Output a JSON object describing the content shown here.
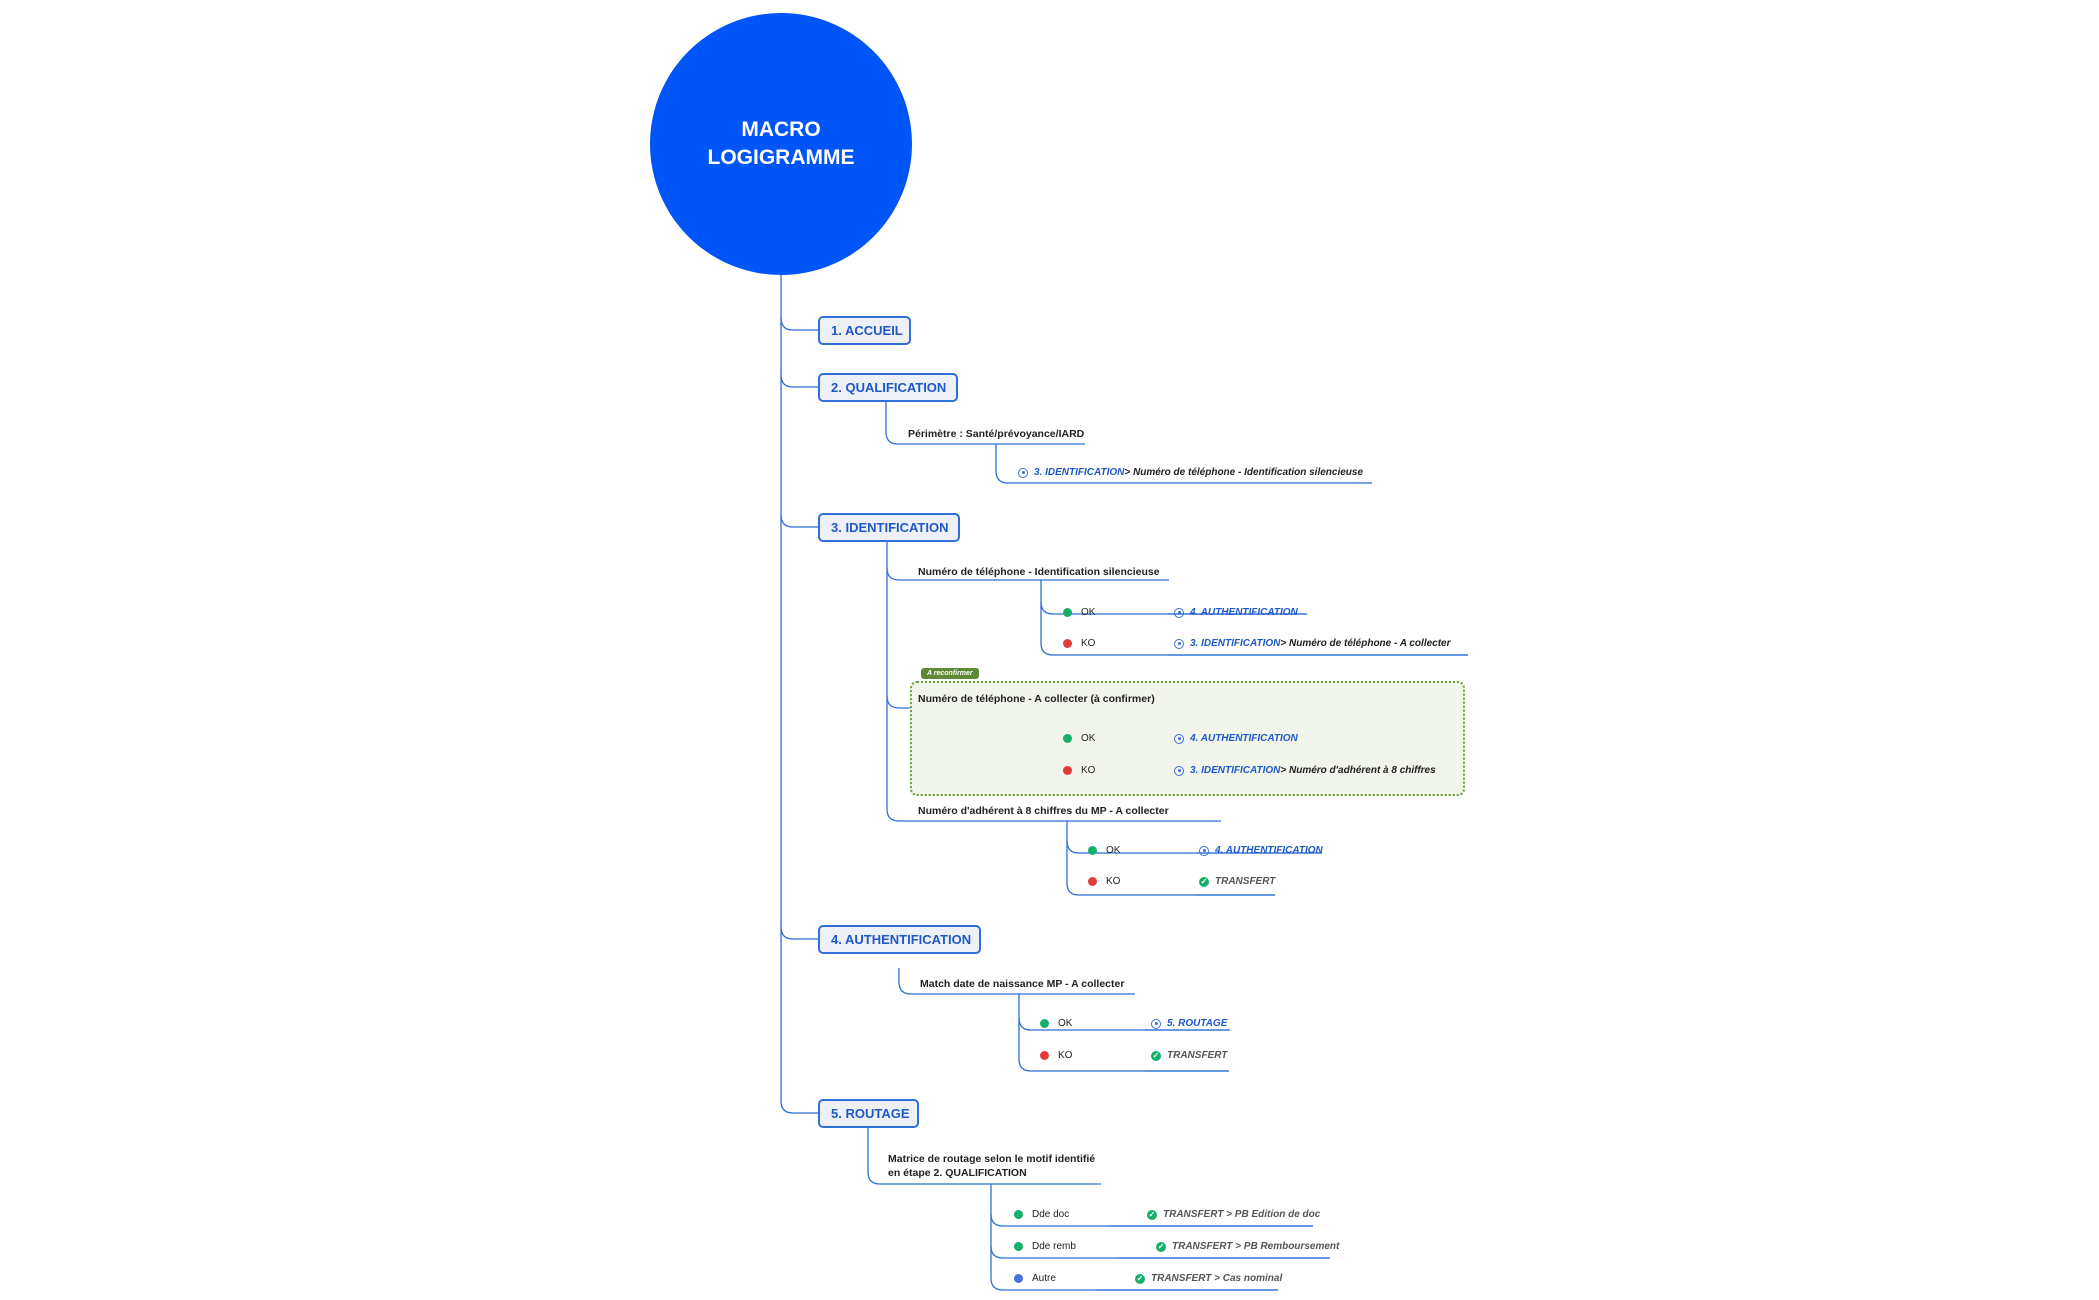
{
  "colors": {
    "root_fill": "#0055f8",
    "line": "#2f6fd6",
    "ok": "#16b06a",
    "ko": "#e03c3c",
    "other": "#4a6fe0",
    "boundary_border": "#6aa030",
    "boundary_fill": "#f1f5ec"
  },
  "root": {
    "line1": "MACRO",
    "line2": "LOGIGRAMME"
  },
  "sections": {
    "accueil": "1. ACCUEIL",
    "qualification": "2. QUALIFICATION",
    "identification": "3. IDENTIFICATION",
    "authentification": "4. AUTHENTIFICATION",
    "routage": "5. ROUTAGE"
  },
  "qualification": {
    "perimetre": "Périmètre : Santé/prévoyance/IARD",
    "link_target": "3. IDENTIFICATION",
    "link_detail": " > Numéro de téléphone - Identification silencieuse"
  },
  "identification": {
    "tel_silent": {
      "label": "Numéro de téléphone - Identification silencieuse",
      "ok_label": "OK",
      "ok_target": "4. AUTHENTIFICATION",
      "ko_label": "KO",
      "ko_target": "3. IDENTIFICATION",
      "ko_detail": " > Numéro de téléphone - A collecter"
    },
    "boundary_tag": "A reconfirmer",
    "tel_collect": {
      "label": "Numéro de téléphone - A collecter (à confirmer)",
      "ok_label": "OK",
      "ok_target": "4. AUTHENTIFICATION",
      "ko_label": "KO",
      "ko_target": "3. IDENTIFICATION",
      "ko_detail": " > Numéro d'adhérent à 8 chiffres"
    },
    "adherent": {
      "label": "Numéro d'adhérent à 8 chiffres du MP - A collecter",
      "ok_label": "OK",
      "ok_target": "4. AUTHENTIFICATION",
      "ko_label": "KO",
      "ko_target": "TRANSFERT"
    }
  },
  "authentification": {
    "label": "Match date de naissance MP - A collecter",
    "ok_label": "OK",
    "ok_target": "5. ROUTAGE",
    "ko_label": "KO",
    "ko_target": "TRANSFERT"
  },
  "routage": {
    "label_line1": "Matrice de routage selon le motif identifié",
    "label_line2": "en étape 2. QUALIFICATION",
    "items": [
      {
        "label": "Dde doc",
        "target": "TRANSFERT > PB Edition de doc"
      },
      {
        "label": "Dde remb",
        "target": "TRANSFERT > PB Remboursement"
      },
      {
        "label": "Autre",
        "target": "TRANSFERT > Cas nominal"
      }
    ]
  }
}
